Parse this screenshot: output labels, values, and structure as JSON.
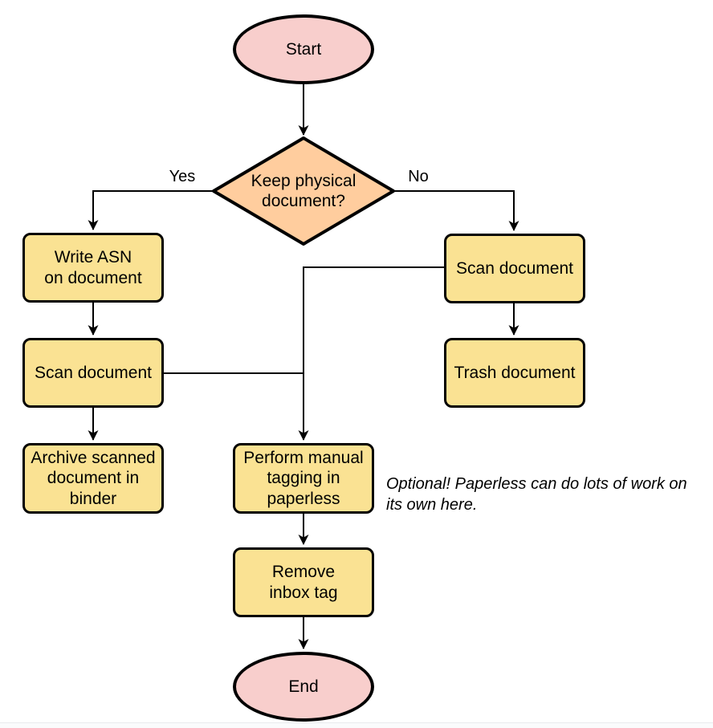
{
  "diagram": {
    "colors": {
      "background": "#ffffff",
      "terminal_fill": "#f8cecc",
      "decision_fill": "#ffcd9e",
      "process_fill": "#fae293",
      "line": "#000000"
    },
    "nodes": {
      "start": "Start",
      "decision": "Keep physical\ndocument?",
      "write_asn": "Write ASN\non document",
      "scan_left": "Scan document",
      "archive": "Archive scanned\ndocument in\nbinder",
      "scan_right": "Scan document",
      "trash": "Trash document",
      "tagging": "Perform manual\ntagging in\npaperless",
      "remove_inbox": "Remove\ninbox tag",
      "end": "End"
    },
    "edge_labels": {
      "yes": "Yes",
      "no": "No"
    },
    "note": "Optional! Paperless can do lots of work on\nits own here."
  }
}
